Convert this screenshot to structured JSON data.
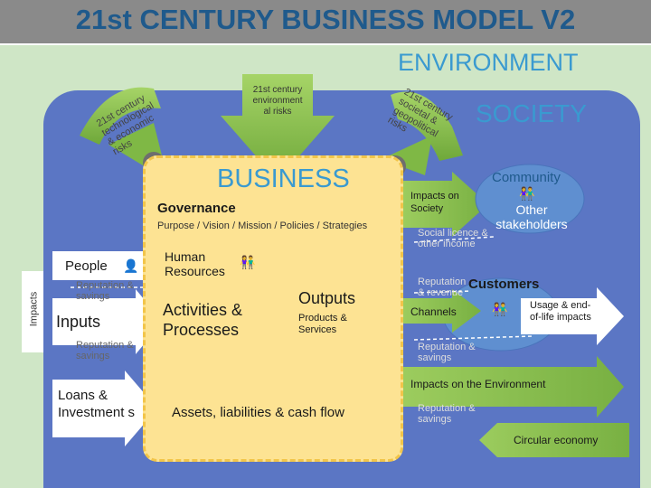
{
  "title": "21st CENTURY BUSINESS MODEL V2",
  "environment_label": "ENVIRONMENT",
  "society_label": "SOCIETY",
  "business_label": "BUSINESS",
  "risk_arrows": {
    "left": [
      "21st century",
      "technological",
      "& economic",
      "risks"
    ],
    "center": [
      "21st century",
      "environment",
      "al risks"
    ],
    "right": [
      "21st century",
      "societal &",
      "geopolitical",
      "risks"
    ]
  },
  "governance": {
    "title": "Governance",
    "subtitle": "Purpose / Vision / Mission / Policies / Strategies"
  },
  "people": {
    "label": "People"
  },
  "human_resources": {
    "label": "Human Resources"
  },
  "impacts_side_label": "Impacts",
  "reputation_top": "Reputation & savings",
  "inputs": {
    "label": "Inputs"
  },
  "reputation_mid": "Reputation & savings",
  "activities": {
    "label": "Activities & Processes"
  },
  "outputs": {
    "label": "Outputs",
    "sublabel": "Products & Services"
  },
  "loans": {
    "label": "Loans & Investment s"
  },
  "assets": {
    "label": "Assets, liabilities & cash flow"
  },
  "impacts_on_society": "Impacts on Society",
  "community": "Community",
  "other_stakeholders": "Other stakeholders",
  "social_licence": "Social licence & other income",
  "reputation_revenue": "Reputation & revenue",
  "customers": "Customers",
  "channels": "Channels",
  "usage_impacts": "Usage & end-of-life impacts",
  "reputation_customers": "Reputation & savings",
  "impacts_on_environment": "Impacts on the Environment",
  "reputation_env": "Reputation & savings",
  "circular_economy": "Circular economy",
  "colors": {
    "background": "#cfe6c6",
    "society_panel": "#5b76c4",
    "business_box": "#fde393",
    "arrow_green": "#8dc24f",
    "title_blue": "#1f5a8c"
  }
}
